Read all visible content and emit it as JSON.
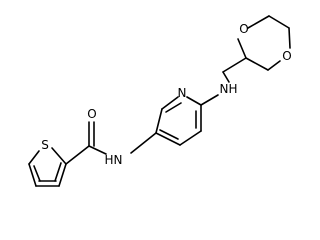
{
  "molecule": {
    "atoms": {
      "sulfur": "S",
      "carbonyl_oxygen": "O",
      "amide_nitrogen": "N",
      "amide_hydrogen": "H",
      "pyridine_nitrogen": "N",
      "amine_nitrogen": "N",
      "amine_hydrogen": "H",
      "dioxane_oxygen_top": "O",
      "dioxane_oxygen_bottom": "O"
    }
  }
}
